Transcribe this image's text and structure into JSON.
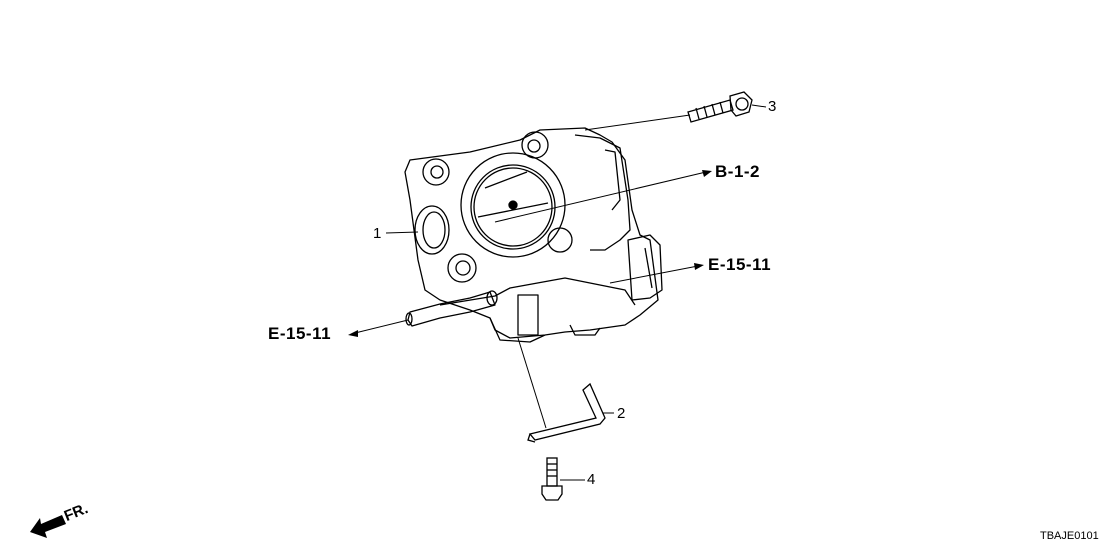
{
  "diagram": {
    "callouts": [
      {
        "number": "1"
      },
      {
        "number": "2"
      },
      {
        "number": "3"
      },
      {
        "number": "4"
      }
    ],
    "references": {
      "b_1_2": "B-1-2",
      "e_15_11_right": "E-15-11",
      "e_15_11_left": "E-15-11"
    },
    "front_indicator": "FR.",
    "diagram_code": "TBAJE0101",
    "line_color": "#000000",
    "background": "#ffffff"
  }
}
